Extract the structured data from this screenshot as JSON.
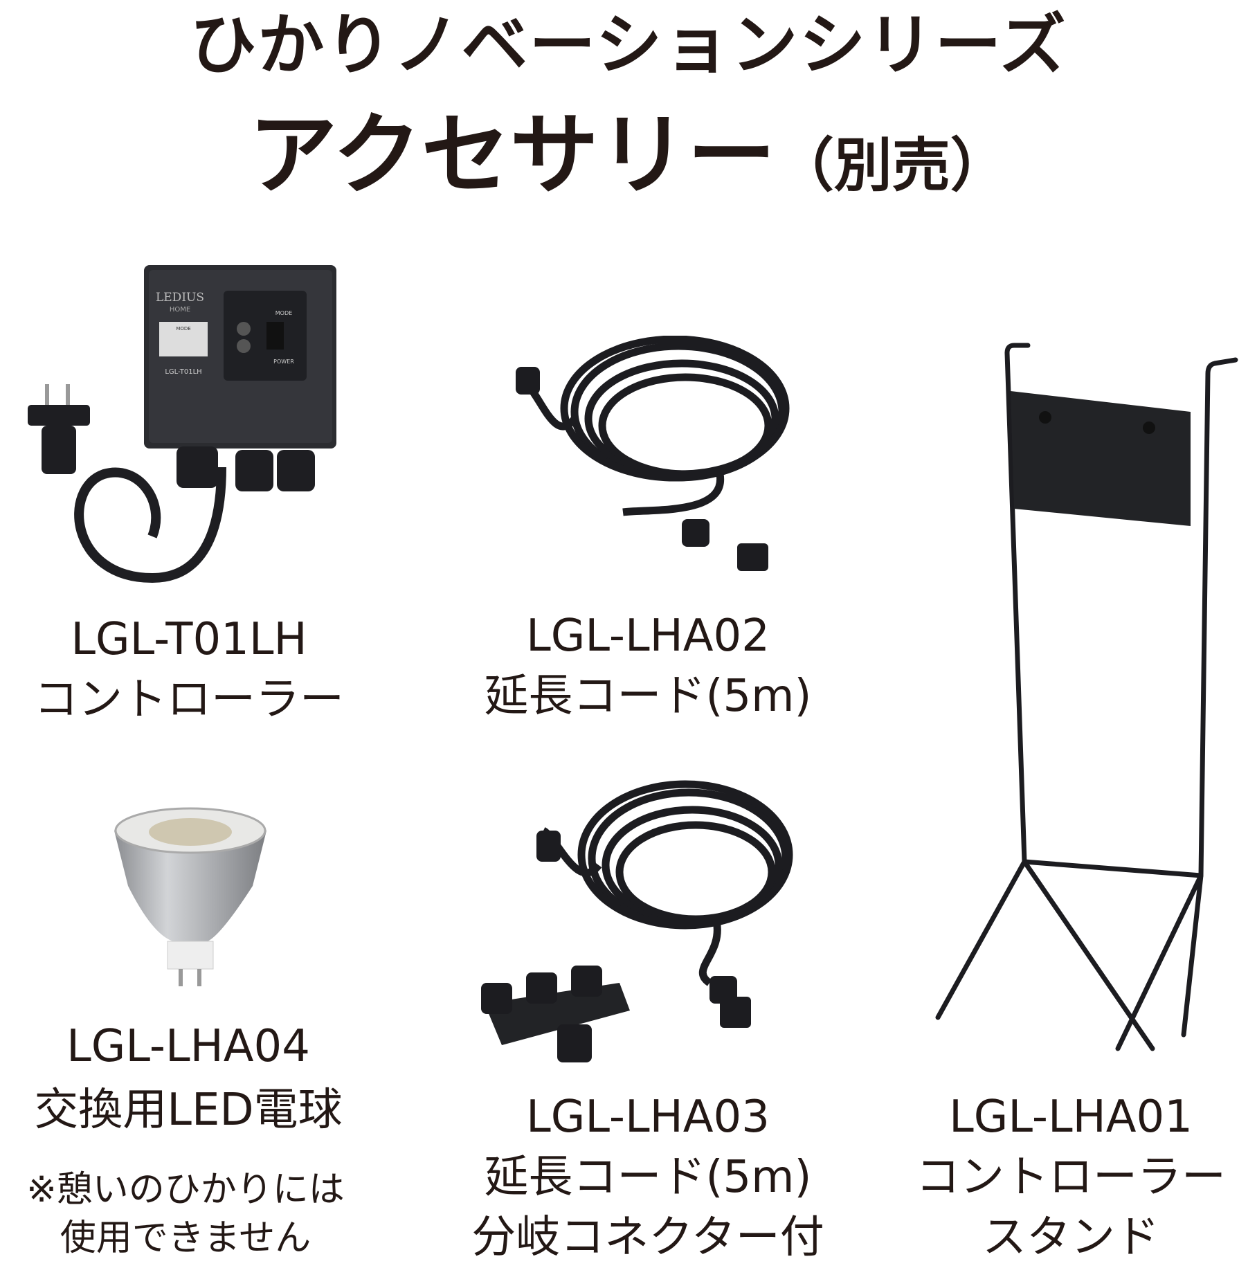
{
  "header": {
    "series_title": "ひかりノベーションシリーズ",
    "title": "アクセサリー",
    "title_suffix": "（別売）"
  },
  "products": [
    {
      "model": "LGL-T01LH",
      "name": "コントローラー",
      "image_text": [
        "LEDIUS HOME",
        "MODE",
        "POWER",
        "LGL-T01LH"
      ]
    },
    {
      "model": "LGL-LHA02",
      "name": "延長コード(5m)"
    },
    {
      "model": "LGL-LHA01",
      "name": "コントローラー",
      "name2": "スタンド"
    },
    {
      "model": "LGL-LHA04",
      "name": "交換用LED電球",
      "note1": "※憩いのひかりには",
      "note2": "使用できません"
    },
    {
      "model": "LGL-LHA03",
      "name": "延長コード(5m)",
      "name2": "分岐コネクター付"
    }
  ]
}
